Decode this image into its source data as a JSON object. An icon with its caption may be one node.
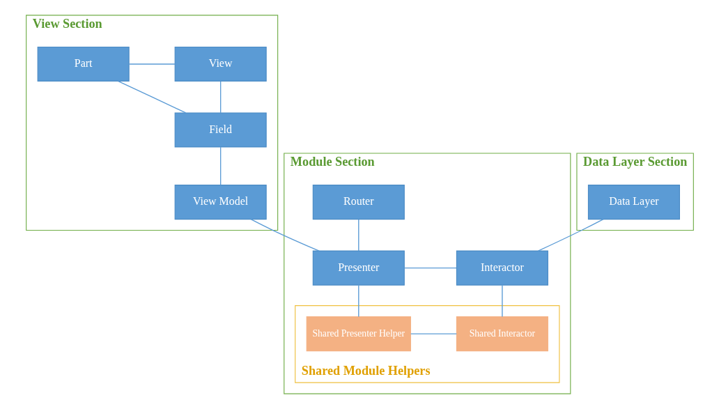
{
  "diagram": {
    "nodes": [
      {
        "text": [
          "View Section"
        ]
      },
      {
        "text": [
          "Part"
        ],
        "in": 0
      },
      {
        "text": [
          "View"
        ],
        "in": 0
      },
      {
        "text": [
          "Field"
        ],
        "in": 0
      },
      {
        "text": [
          "View Model"
        ],
        "in": 0
      },
      {
        "text": [
          "Data Layer Section"
        ]
      },
      {
        "text": [
          "Data Layer"
        ],
        "in": 5
      },
      {
        "text": [
          "Module Section"
        ]
      },
      {
        "text": [
          "Router"
        ],
        "in": 7
      },
      {
        "text": [
          "Presenter"
        ],
        "in": 7
      },
      {
        "text": [
          "Interactor"
        ],
        "in": 7
      },
      {
        "text": [
          "Shared Module Helpers"
        ],
        "in": 7
      },
      {
        "text": [
          "Shared Presenter Helper"
        ],
        "in": 11
      },
      {
        "text": [
          "Shared Interactor"
        ],
        "in": 11
      }
    ],
    "edges": [
      {
        "from": 1,
        "to": 2,
        "arrow": "none"
      },
      {
        "from": 1,
        "to": 3,
        "arrow": "none"
      },
      {
        "from": 2,
        "to": 3,
        "arrow": "none"
      },
      {
        "from": 3,
        "to": 4,
        "arrow": "none"
      },
      {
        "from": 4,
        "to": 9,
        "arrow": "none"
      },
      {
        "from": 8,
        "to": 9,
        "arrow": "none"
      },
      {
        "from": 9,
        "to": 10,
        "arrow": "none"
      },
      {
        "from": 6,
        "to": 10,
        "arrow": "none"
      },
      {
        "from": 9,
        "to": 12,
        "arrow": "none"
      },
      {
        "from": 10,
        "to": 13,
        "arrow": "none"
      },
      {
        "from": 12,
        "to": 13,
        "arrow": "none"
      }
    ]
  }
}
